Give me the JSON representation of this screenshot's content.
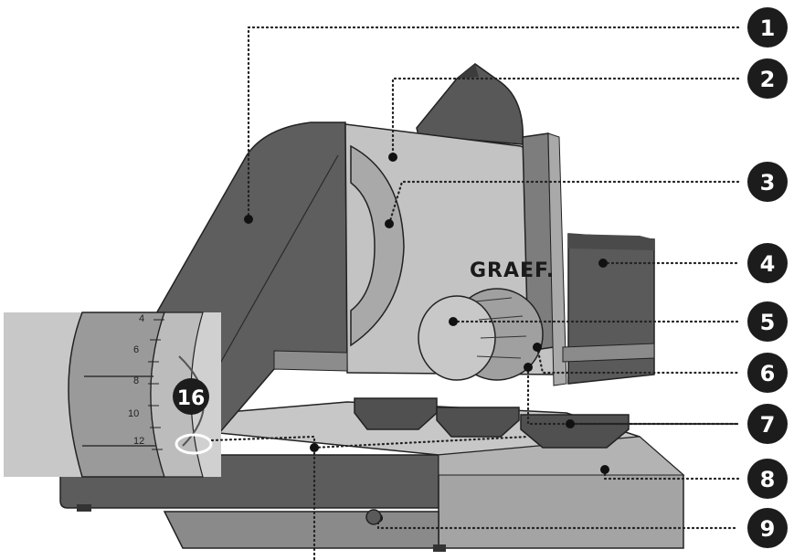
{
  "diagram": {
    "brand": "GRAEF.",
    "callouts": [
      "1",
      "2",
      "3",
      "4",
      "5",
      "6",
      "7",
      "8",
      "9"
    ],
    "inset_callout": "16",
    "inset_scale": [
      "4",
      "6",
      "8",
      "10",
      "12"
    ]
  },
  "colors": {
    "callout_fill": "#1c1c1c",
    "dark_gray": "#5a5a5a",
    "mid_gray": "#a7a7a7",
    "light_gray": "#c4c4c4",
    "highlight_ring": "#ffffff"
  }
}
